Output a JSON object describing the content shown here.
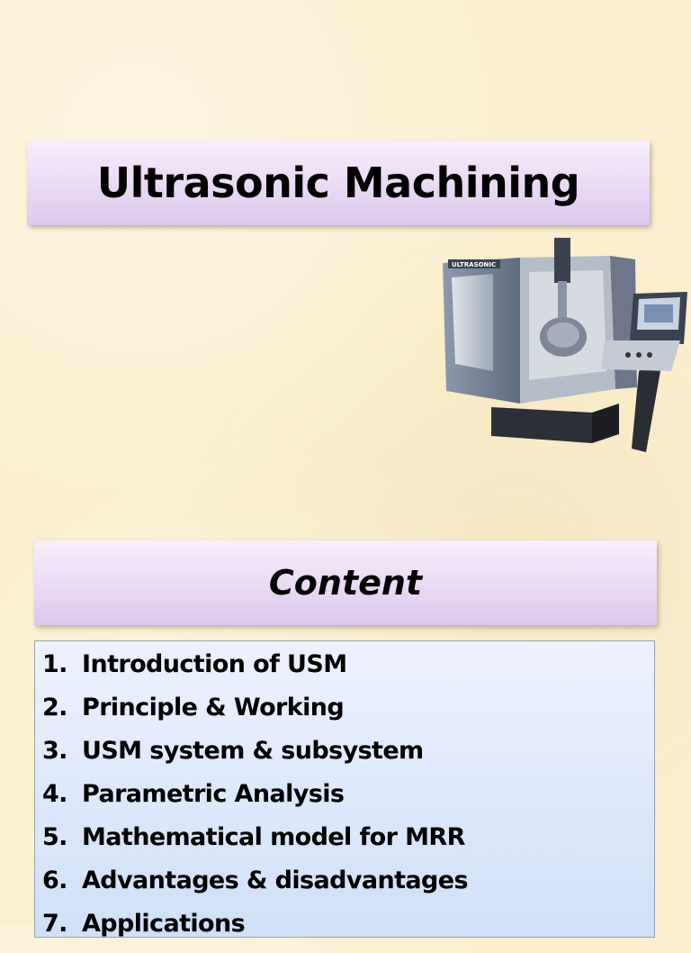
{
  "slide": {
    "title": "Ultrasonic Machining",
    "image": {
      "icon": "ultrasonic-machine-illustration",
      "label": "ULTRASONIC"
    },
    "content_heading": "Content",
    "items": [
      {
        "num": "1.",
        "label": "Introduction of USM"
      },
      {
        "num": "2.",
        "label": "Principle & Working"
      },
      {
        "num": "3.",
        "label": "USM system & subsystem"
      },
      {
        "num": "4.",
        "label": "Parametric Analysis"
      },
      {
        "num": "5.",
        "label": "Mathematical model for MRR"
      },
      {
        "num": "6.",
        "label": "Advantages & disadvantages"
      },
      {
        "num": "7.",
        "label": "Applications"
      }
    ]
  },
  "colors": {
    "background": "#fbefcf",
    "heading_box": "#e7d7f3",
    "list_box": "#dfe9fb",
    "text": "#000000"
  }
}
